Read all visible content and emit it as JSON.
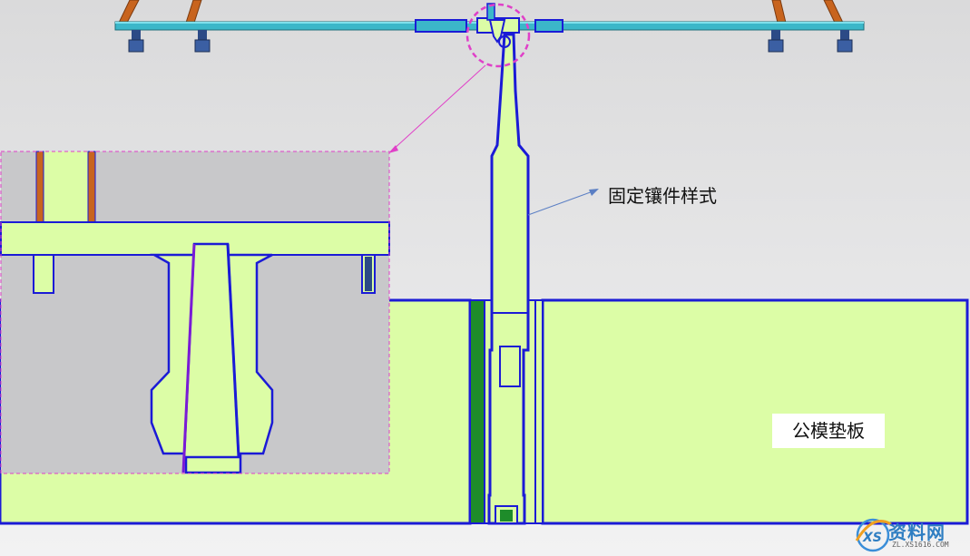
{
  "labels": {
    "insert_style": "固定镶件样式",
    "core_plate": "公模垫板"
  },
  "watermark": {
    "brand": "资料网",
    "url": "ZL.XS1616.COM",
    "logo_text": "XS"
  },
  "colors": {
    "background": "#e9e9ea",
    "part_fill": "#dcfda6",
    "outline": "#1b1bd6",
    "callout_magenta": "#e040c8",
    "leader_blue": "#5b7fc4",
    "green_insert": "#1e8c2a",
    "rail_teal": "#3bb7c9",
    "strut_orange": "#c8641e",
    "bolt_navy": "#2c4a86"
  }
}
